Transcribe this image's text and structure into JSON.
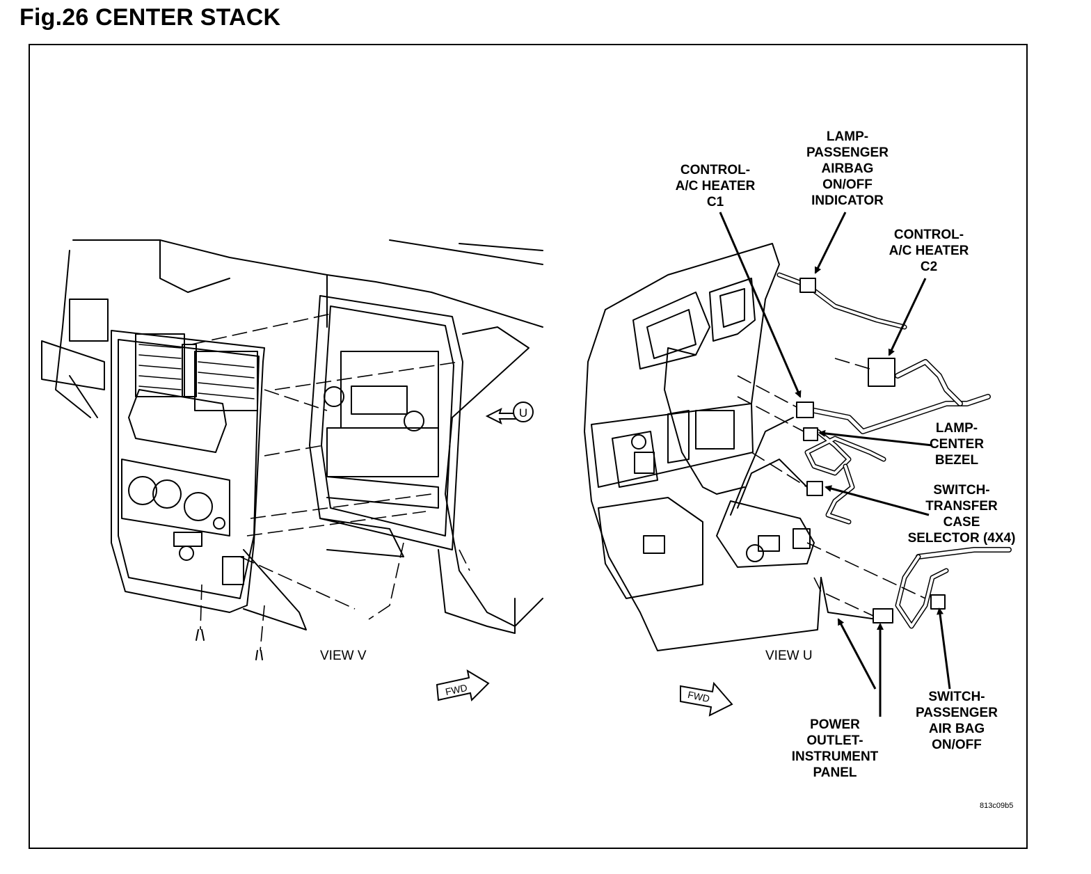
{
  "figure": {
    "title": "Fig.26 CENTER STACK",
    "code": "813c09b5"
  },
  "views": {
    "left": "VIEW V",
    "right": "VIEW U"
  },
  "fwd_label": "FWD",
  "view_marker_letter": "U",
  "callouts": {
    "control_ac_heater_c1": "CONTROL-\nA/C HEATER\nC1",
    "lamp_passenger_airbag": "LAMP-\nPASSENGER\nAIRBAG\nON/OFF\nINDICATOR",
    "control_ac_heater_c2": "CONTROL-\nA/C HEATER\nC2",
    "lamp_center_bezel": "LAMP-\nCENTER\nBEZEL",
    "switch_transfer_case": "SWITCH-\nTRANSFER\nCASE\nSELECTOR (4X4)",
    "switch_passenger_airbag": "SWITCH-\nPASSENGER\nAIR BAG\nON/OFF",
    "power_outlet": "POWER\nOUTLET-\nINSTRUMENT\nPANEL"
  }
}
